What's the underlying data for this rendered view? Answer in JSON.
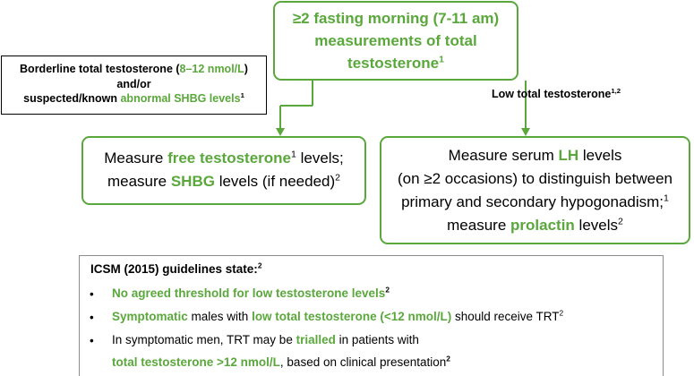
{
  "top_box": {
    "line1": "≥2 fasting morning (7-11 am)",
    "line2": "measurements of total",
    "line3": "testosterone",
    "line3_sup": "1"
  },
  "borderline_box": {
    "line1_a": "Borderline total testosterone (",
    "line1_b": "8–12 nmol/L",
    "line1_c": ")",
    "line2": "and/or",
    "line3_a": "suspected/known ",
    "line3_b": "abnormal SHBG levels",
    "line3_sup": "1"
  },
  "low_label": {
    "text": "Low total testosterone",
    "sup": "1,2"
  },
  "free_box": {
    "l1_a": "Measure ",
    "l1_b": "free testosterone",
    "l1_sup": "1",
    "l1_c": " levels;",
    "l2_a": "measure ",
    "l2_b": "SHBG",
    "l2_c": " levels (if needed)",
    "l2_sup": "2"
  },
  "lh_box": {
    "l1_a": "Measure serum ",
    "l1_b": "LH",
    "l1_c": " levels",
    "l2": "(on ≥2 occasions) to distinguish between",
    "l3": "primary and secondary hypogonadism;",
    "l3_sup": "1",
    "l4_a": "measure ",
    "l4_b": "prolactin",
    "l4_c": " levels",
    "l4_sup": "2"
  },
  "icsm": {
    "title": "ICSM (2015) guidelines state:",
    "title_sup": "2",
    "bullet": "•",
    "b1_a": "No agreed threshold for low testosterone levels",
    "b1_sup": "2",
    "b2_a": "Symptomatic",
    "b2_b": " males with ",
    "b2_c": "low total testosterone (<12 nmol/L)",
    "b2_d": " should receive TRT",
    "b2_sup": "2",
    "b3_a": "In symptomatic men, TRT may be ",
    "b3_b": "trialled",
    "b3_c": " in patients with",
    "b3_l2_a": "total testosterone >12 nmol/L",
    "b3_l2_b": ", based on clinical presentation",
    "b3_l2_sup": "2"
  },
  "colors": {
    "accent": "#5aa83c",
    "text": "#000000",
    "frame": "#8c8c8c"
  }
}
